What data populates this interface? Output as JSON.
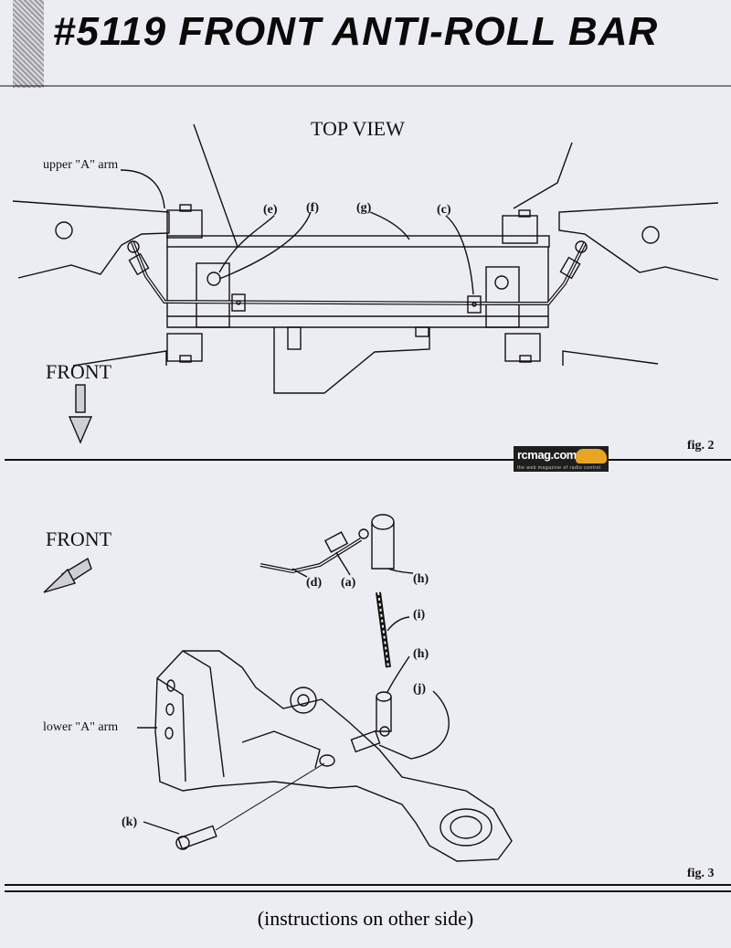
{
  "title": "#5119  FRONT ANTI-ROLL BAR",
  "fig2": {
    "heading": "TOP VIEW",
    "upper_arm_label": "upper \"A\" arm",
    "label_e": "(e)",
    "label_f": "(f)",
    "label_g": "(g)",
    "label_c": "(c)",
    "front_label": "FRONT",
    "caption": "fig. 2"
  },
  "logo": {
    "text": "rcmag.com",
    "tagline": "the web magazine of radio control"
  },
  "fig3": {
    "front_label": "FRONT",
    "label_d": "(d)",
    "label_a": "(a)",
    "label_h_top": "(h)",
    "label_i": "(i)",
    "label_h_bottom": "(h)",
    "label_j": "(j)",
    "lower_arm_label": "lower \"A\" arm",
    "label_k": "(k)",
    "caption": "fig. 3"
  },
  "footer": "(instructions on other side)"
}
